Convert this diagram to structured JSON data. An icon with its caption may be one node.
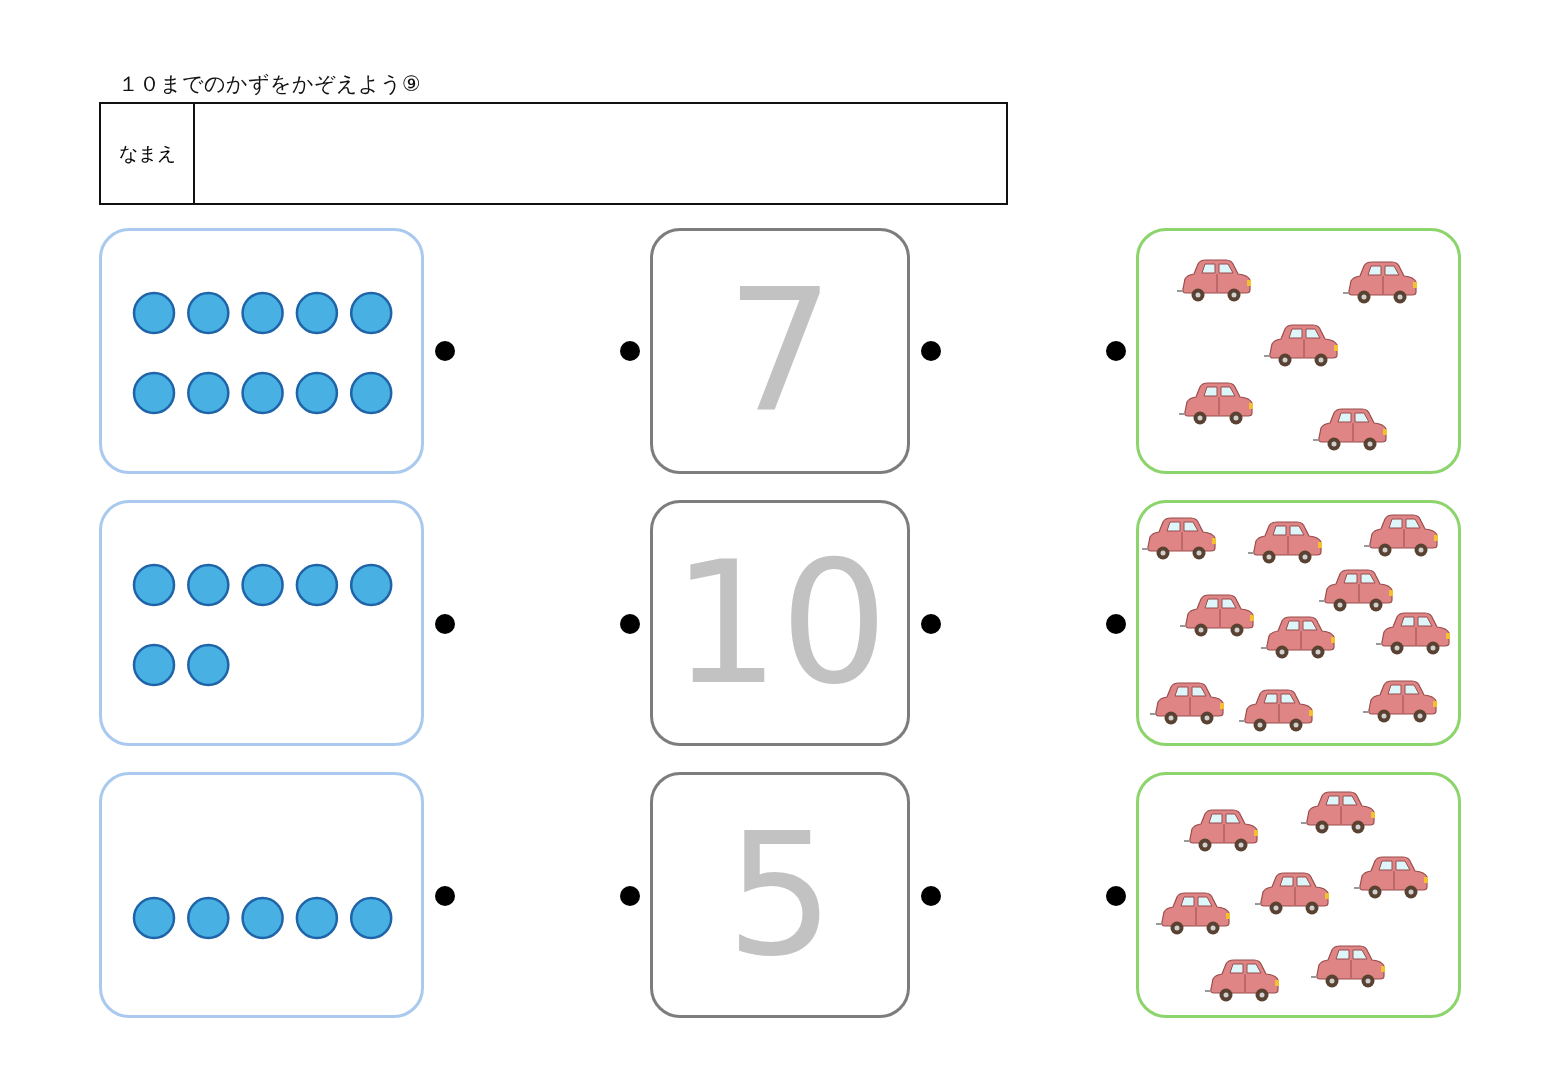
{
  "diagram": {
    "title": "１０までのかずをかぞえよう⑨",
    "nodes": [
      {
        "text": [],
        "shape": "picture"
      },
      {
        "text": [
          "7"
        ]
      },
      {
        "text": [],
        "shape": "picture"
      },
      {
        "text": [],
        "shape": "picture"
      },
      {
        "text": [
          "10"
        ]
      },
      {
        "text": [],
        "shape": "picture"
      },
      {
        "text": [],
        "shape": "picture"
      },
      {
        "text": [
          "5"
        ]
      },
      {
        "text": [],
        "shape": "picture"
      }
    ],
    "labels": [
      "なまえ"
    ]
  }
}
